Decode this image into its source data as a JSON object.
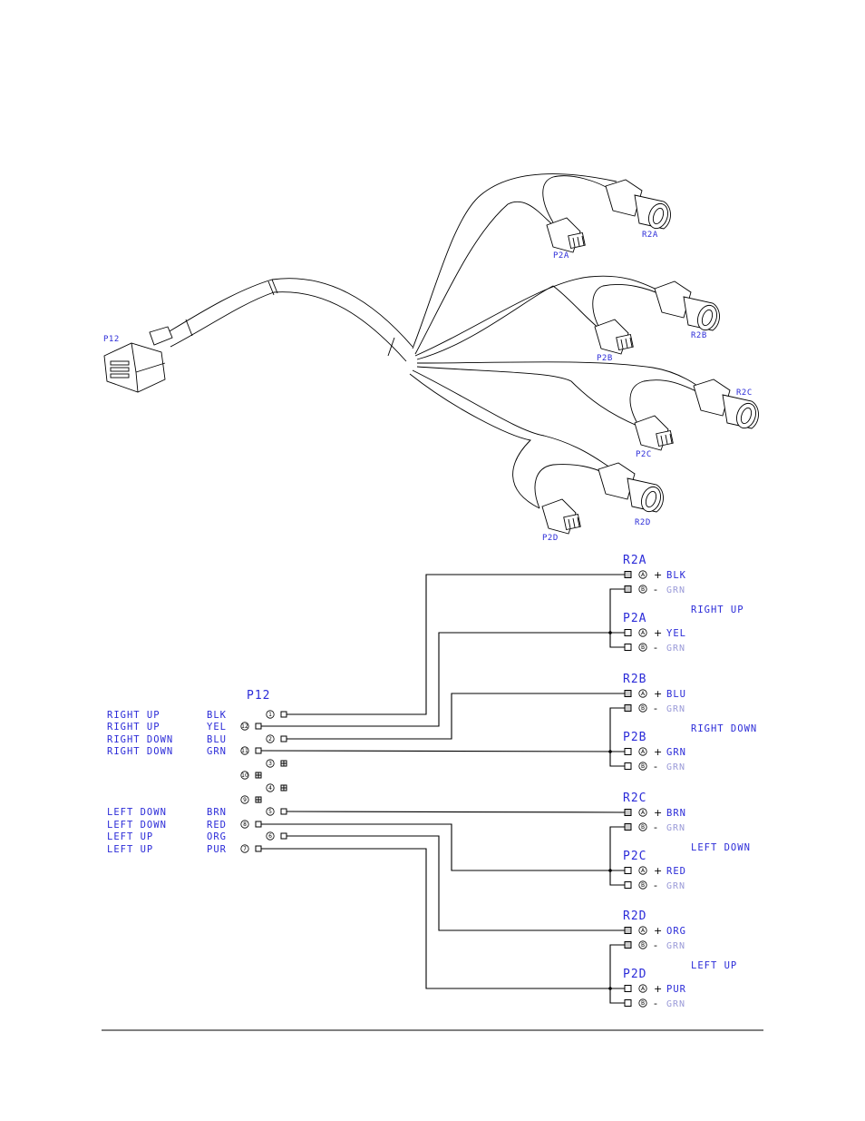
{
  "harness_connectors": {
    "main": "P12",
    "items": [
      "R2A",
      "P2A",
      "R2B",
      "P2B",
      "R2C",
      "P2C",
      "R2D",
      "P2D"
    ]
  },
  "schematic": {
    "p12_title": "P12",
    "p12_pins": [
      {
        "func": "RIGHT UP",
        "color": "BLK",
        "pin": "1"
      },
      {
        "func": "RIGHT UP",
        "color": "YEL",
        "pin": "12"
      },
      {
        "func": "RIGHT DOWN",
        "color": "BLU",
        "pin": "2"
      },
      {
        "func": "RIGHT DOWN",
        "color": "GRN",
        "pin": "11"
      },
      {
        "func": "",
        "color": "",
        "pin": "3"
      },
      {
        "func": "",
        "color": "",
        "pin": "10"
      },
      {
        "func": "",
        "color": "",
        "pin": "4"
      },
      {
        "func": "",
        "color": "",
        "pin": "9"
      },
      {
        "func": "LEFT DOWN",
        "color": "BRN",
        "pin": "5"
      },
      {
        "func": "LEFT DOWN",
        "color": "RED",
        "pin": "8"
      },
      {
        "func": "LEFT UP",
        "color": "ORG",
        "pin": "6"
      },
      {
        "func": "LEFT UP",
        "color": "PUR",
        "pin": "7"
      }
    ],
    "groups": [
      {
        "label": "RIGHT UP",
        "top": {
          "name": "R2A",
          "pins": [
            {
              "num": "A",
              "sign": "+",
              "color": "BLK"
            },
            {
              "num": "B",
              "sign": "-",
              "color": "GRN"
            }
          ]
        },
        "bottom": {
          "name": "P2A",
          "pins": [
            {
              "num": "A",
              "sign": "+",
              "color": "YEL"
            },
            {
              "num": "B",
              "sign": "-",
              "color": "GRN"
            }
          ]
        }
      },
      {
        "label": "RIGHT DOWN",
        "top": {
          "name": "R2B",
          "pins": [
            {
              "num": "A",
              "sign": "+",
              "color": "BLU"
            },
            {
              "num": "B",
              "sign": "-",
              "color": "GRN"
            }
          ]
        },
        "bottom": {
          "name": "P2B",
          "pins": [
            {
              "num": "A",
              "sign": "+",
              "color": "GRN"
            },
            {
              "num": "B",
              "sign": "-",
              "color": "GRN"
            }
          ]
        }
      },
      {
        "label": "LEFT DOWN",
        "top": {
          "name": "R2C",
          "pins": [
            {
              "num": "A",
              "sign": "+",
              "color": "BRN"
            },
            {
              "num": "B",
              "sign": "-",
              "color": "GRN"
            }
          ]
        },
        "bottom": {
          "name": "P2C",
          "pins": [
            {
              "num": "A",
              "sign": "+",
              "color": "RED"
            },
            {
              "num": "B",
              "sign": "-",
              "color": "GRN"
            }
          ]
        }
      },
      {
        "label": "LEFT UP",
        "top": {
          "name": "R2D",
          "pins": [
            {
              "num": "A",
              "sign": "+",
              "color": "ORG"
            },
            {
              "num": "B",
              "sign": "-",
              "color": "GRN"
            }
          ]
        },
        "bottom": {
          "name": "P2D",
          "pins": [
            {
              "num": "A",
              "sign": "+",
              "color": "PUR"
            },
            {
              "num": "B",
              "sign": "-",
              "color": "GRN"
            }
          ]
        }
      }
    ]
  },
  "colors": {
    "label": "#2b2bd8",
    "line": "#000000"
  }
}
